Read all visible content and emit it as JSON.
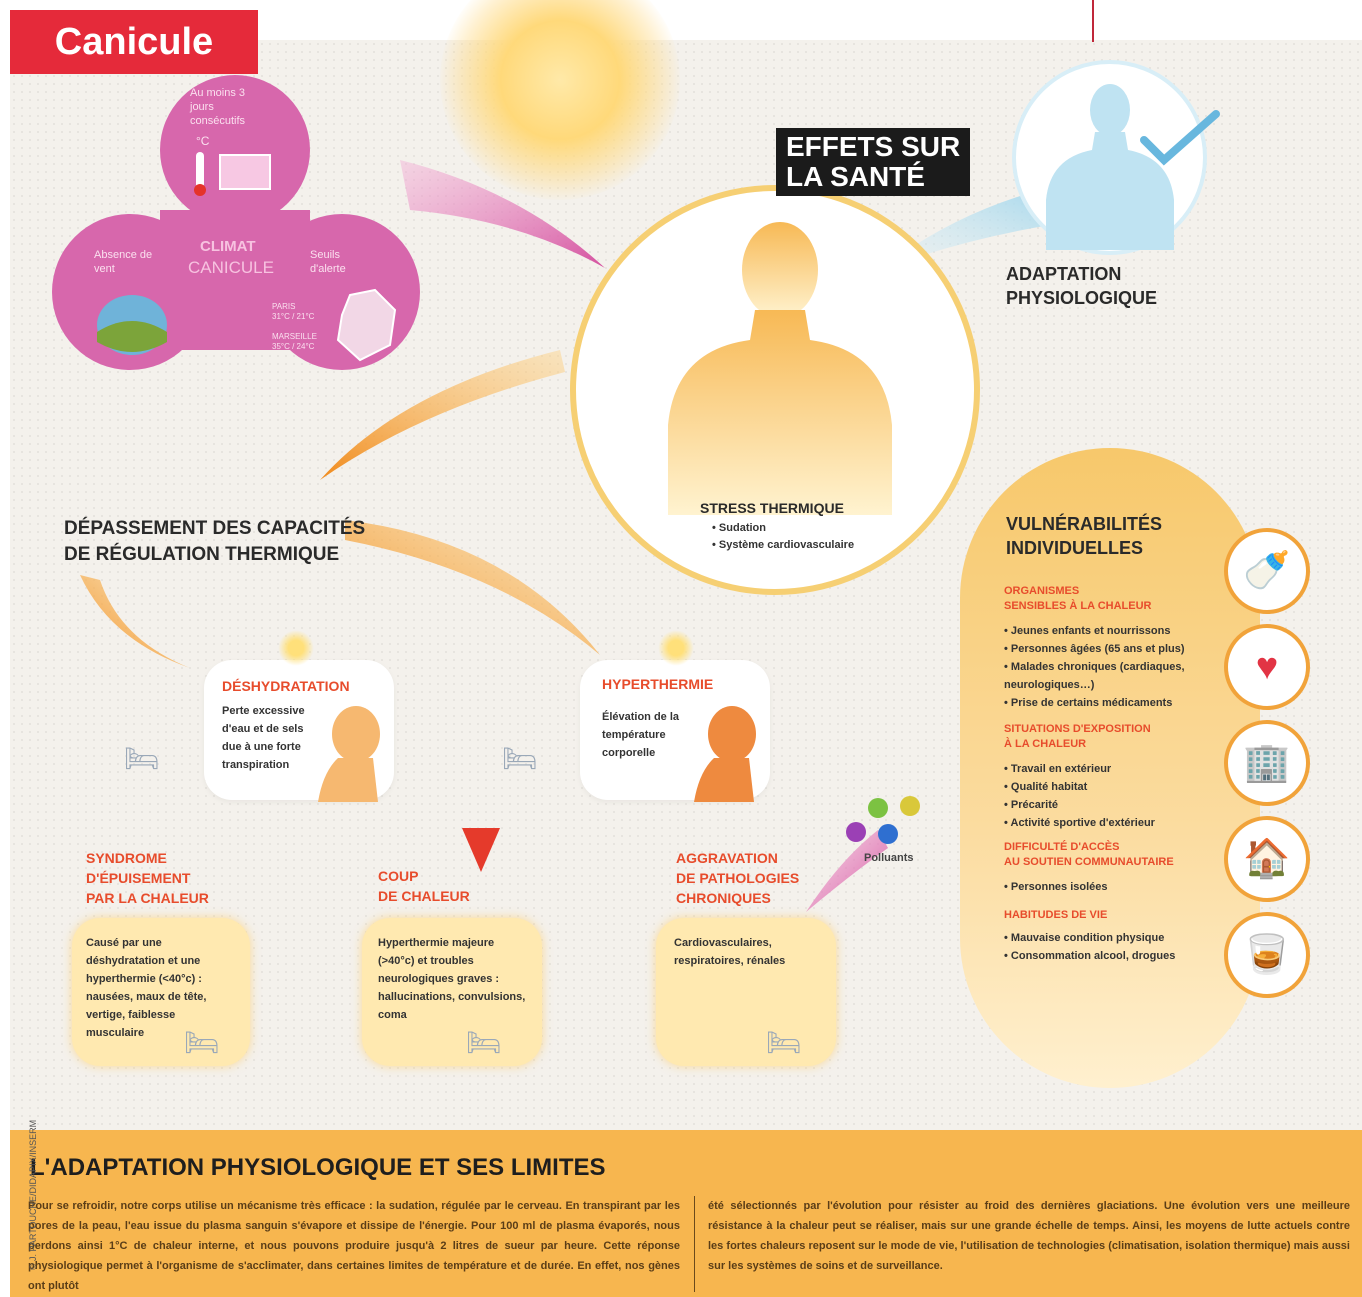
{
  "header": {
    "title": "Canicule"
  },
  "center": {
    "label_line1": "EFFETS SUR",
    "label_line2": "LA SANTÉ",
    "stress_title": "STRESS THERMIQUE",
    "stress_items": [
      "Sudation",
      "Système cardiovasculaire"
    ]
  },
  "climat": {
    "title_line1": "CLIMAT",
    "title_line2": "CANICULE",
    "top_text": "Au moins 3 jours consécutifs",
    "top_value": "°C",
    "left_text": "Absence de vent",
    "right_text": "Seuils d'alerte",
    "paris": "PARIS",
    "paris_values": "31°C / 21°C",
    "marseille": "MARSEILLE",
    "marseille_values": "35°C / 24°C"
  },
  "adaptation": {
    "line1": "ADAPTATION",
    "line2": "PHYSIOLOGIQUE"
  },
  "depassement": {
    "line1": "DÉPASSEMENT DES CAPACITÉS",
    "line2": "DE RÉGULATION THERMIQUE"
  },
  "deshydratation": {
    "title": "DÉSHYDRATATION",
    "text": "Perte excessive d'eau et de sels due à une forte transpiration"
  },
  "hyperthermie": {
    "title": "HYPERTHERMIE",
    "text": "Élévation de la température corporelle"
  },
  "syndrome": {
    "title_lines": [
      "SYNDROME",
      "D'ÉPUISEMENT",
      "PAR LA CHALEUR"
    ],
    "text": "Causé par une déshydratation et une hyperthermie (<40°c) : nausées, maux de tête, vertige, faiblesse musculaire"
  },
  "coup": {
    "title_lines": [
      "COUP",
      "DE CHALEUR"
    ],
    "text": "Hyperthermie majeure (>40°c) et troubles neurologiques graves : hallucinations, convulsions, coma"
  },
  "aggravation": {
    "title_lines": [
      "AGGRAVATION",
      "DE PATHOLOGIES",
      "CHRONIQUES"
    ],
    "text": "Cardiovasculaires, respiratoires, rénales",
    "polluants": "Polluants"
  },
  "vulnerabilites": {
    "title_line1": "VULNÉRABILITÉS",
    "title_line2": "INDIVIDUELLES",
    "groups": [
      {
        "title_lines": [
          "ORGANISMES",
          "SENSIBLES À LA CHALEUR"
        ],
        "items": [
          "Jeunes enfants et nourrissons",
          "Personnes âgées (65 ans et plus)",
          "Malades chroniques (cardiaques, neurologiques…)",
          "Prise de certains médicaments"
        ]
      },
      {
        "title_lines": [
          "SITUATIONS D'EXPOSITION",
          "À LA CHALEUR"
        ],
        "items": [
          "Travail en extérieur",
          "Qualité habitat",
          "Précarité",
          "Activité sportive d'extérieur"
        ]
      },
      {
        "title_lines": [
          "DIFFICULTÉ D'ACCÈS",
          "AU SOUTIEN COMMUNAUTAIRE"
        ],
        "items": [
          "Personnes isolées"
        ]
      },
      {
        "title_lines": [
          "HABITUDES DE VIE"
        ],
        "items": [
          "Mauvaise condition physique",
          "Consommation alcool, drogues"
        ]
      }
    ]
  },
  "bottom": {
    "title": "L'ADAPTATION PHYSIOLOGIQUE ET SES LIMITES",
    "col1": "Pour se refroidir, notre corps utilise un mécanisme très efficace : la sudation, régulée par le cerveau. En transpirant par les pores de la peau, l'eau issue du plasma sanguin s'évapore et dissipe de l'énergie. Pour 100 ml de plasma évaporés, nous perdons ainsi 1°C de chaleur interne, et nous pouvons produire jusqu'à 2 litres de sueur par heure. Cette réponse physiologique permet à l'organisme de s'acclimater, dans certaines limites de température et de durée. En effet, nos gènes ont plutôt",
    "col2": "été sélectionnés par l'évolution pour résister au froid des dernières glaciations. Une évolution vers une meilleure résistance à la chaleur peut se réaliser, mais sur une grande échelle de temps. Ainsi, les moyens de lutte actuels contre les fortes chaleurs reposent sur le mode de vie, l'utilisation de technologies (climatisation, isolation thermique) mais aussi sur les systèmes de soins et de surveillance."
  },
  "credit": "© J. PARTOUCHE/DIDAPIX/INSERM",
  "colors": {
    "accent_red": "#e52a3a",
    "orange": "#f1a33a",
    "pink": "#d45ba6",
    "band": "#f7b64f"
  }
}
